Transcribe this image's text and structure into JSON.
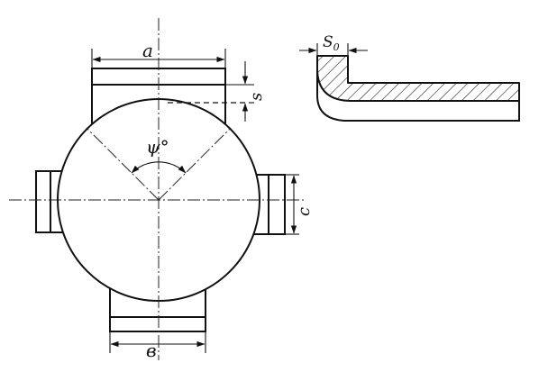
{
  "dimensions": {
    "a": "a",
    "s": "s",
    "psi": "ψ°",
    "c": "c",
    "b": "в",
    "s0": "S"
  },
  "s0_subscript": "0"
}
